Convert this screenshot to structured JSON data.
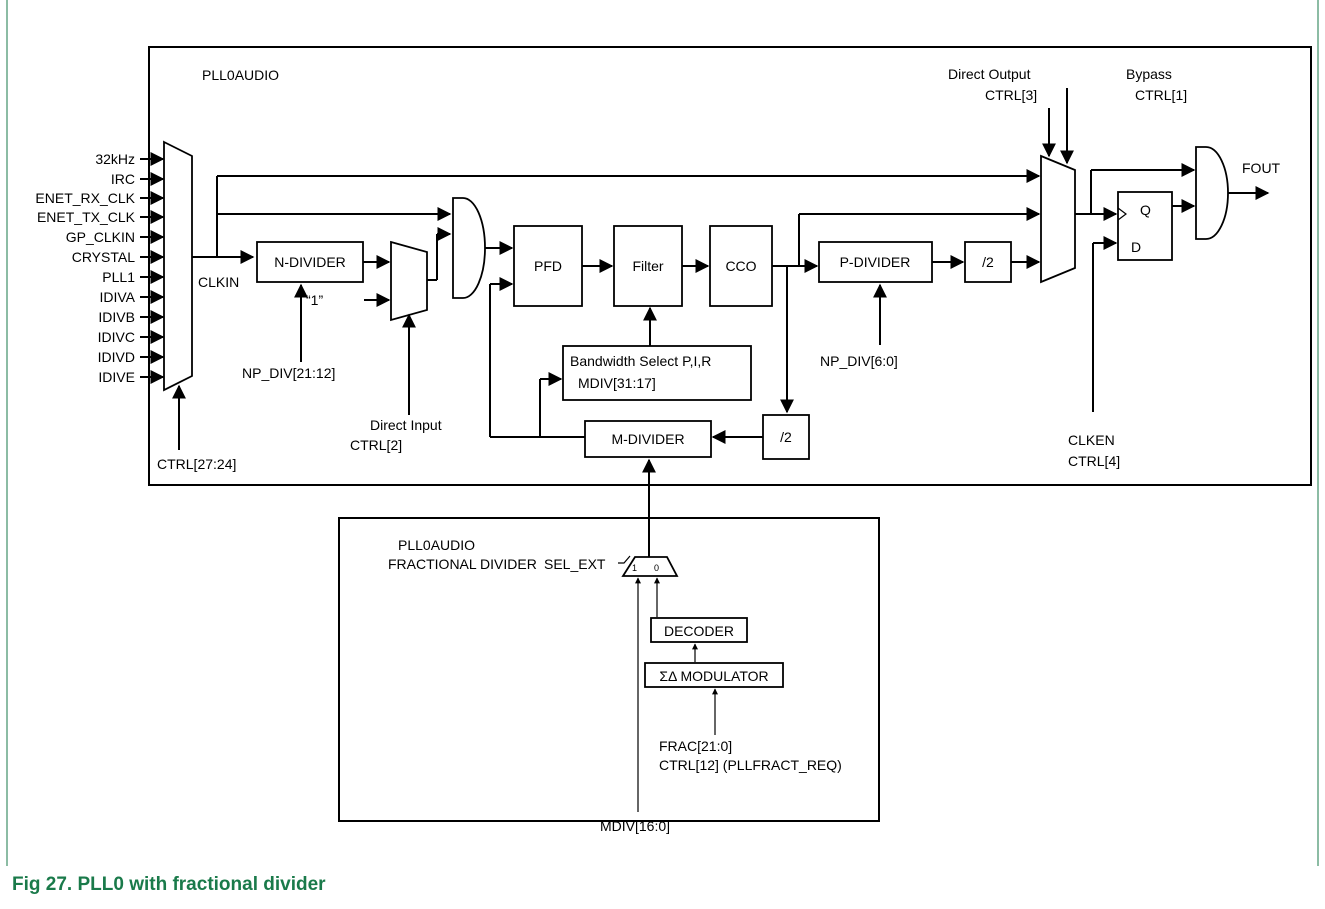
{
  "figure": {
    "caption": "Fig 27.   PLL0 with fractional divider",
    "caption_color": "#1a7a4a",
    "frame_color": "#1a7a4a"
  },
  "pll": {
    "title": "PLL0AUDIO",
    "inputs": [
      "32kHz",
      "IRC",
      "ENET_RX_CLK",
      "ENET_TX_CLK",
      "GP_CLKIN",
      "CRYSTAL",
      "PLL1",
      "IDIVA",
      "IDIVB",
      "IDIVC",
      "IDIVD",
      "IDIVE"
    ],
    "ctrl_mux": "CTRL[27:24]",
    "clkin": "CLKIN",
    "n_divider": "N-DIVIDER",
    "np_div_n": "NP_DIV[21:12]",
    "one_input": "“1”",
    "direct_input": "Direct Input",
    "direct_input_ctrl": "CTRL[2]",
    "pfd": "PFD",
    "filter": "Filter",
    "cco": "CCO",
    "bandwidth_line1": "Bandwidth Select P,I,R",
    "bandwidth_line2": "MDIV[31:17]",
    "m_divider": "M-DIVIDER",
    "div2_m": "/2",
    "p_divider": "P-DIVIDER",
    "div2_p": "/2",
    "np_div_p": "NP_DIV[6:0]",
    "direct_output": "Direct Output",
    "direct_output_ctrl": "CTRL[3]",
    "bypass": "Bypass",
    "bypass_ctrl": "CTRL[1]",
    "q": "Q",
    "d": "D",
    "fout": "FOUT",
    "clken": "CLKEN",
    "clken_ctrl": "CTRL[4]"
  },
  "frac": {
    "title_line1": "PLL0AUDIO",
    "title_line2": "FRACTIONAL DIVIDER",
    "sel_ext": "SEL_EXT",
    "mux_in1": "1",
    "mux_in0": "0",
    "decoder": "DECODER",
    "modulator": "ΣΔ MODULATOR",
    "frac_line1": "FRAC[21:0]",
    "frac_line2": "CTRL[12] (PLLFRACT_REQ)",
    "mdiv": "MDIV[16:0]"
  }
}
